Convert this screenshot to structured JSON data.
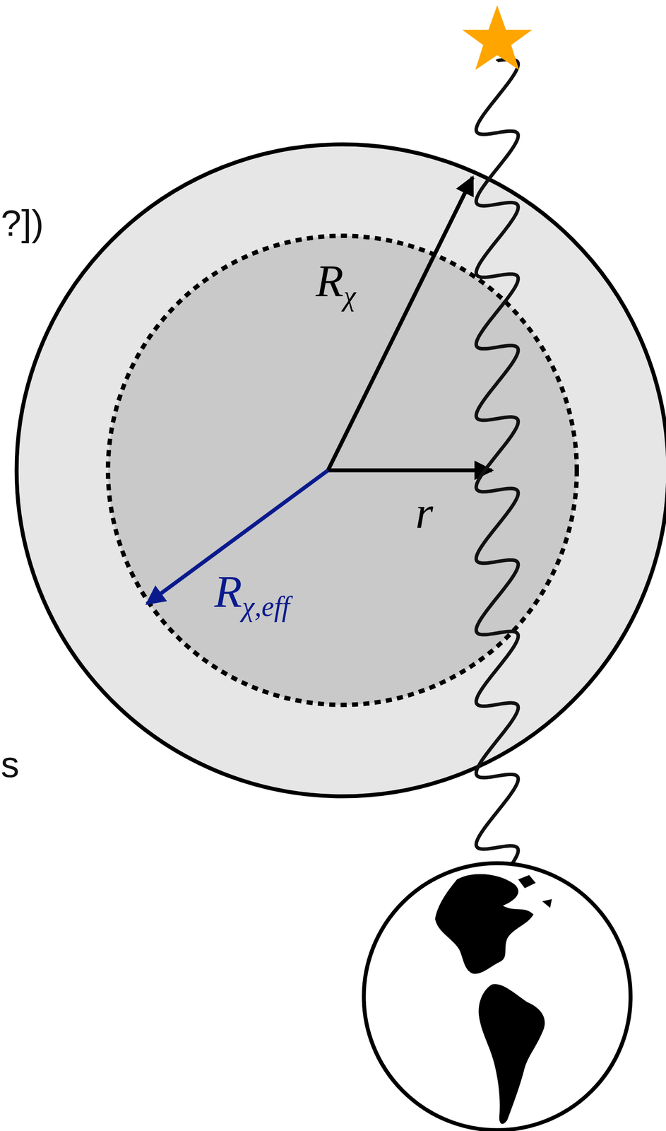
{
  "diagram": {
    "labels": [
      "?])",
      "Rχ",
      "r",
      "Rχ,eff",
      "s"
    ]
  }
}
